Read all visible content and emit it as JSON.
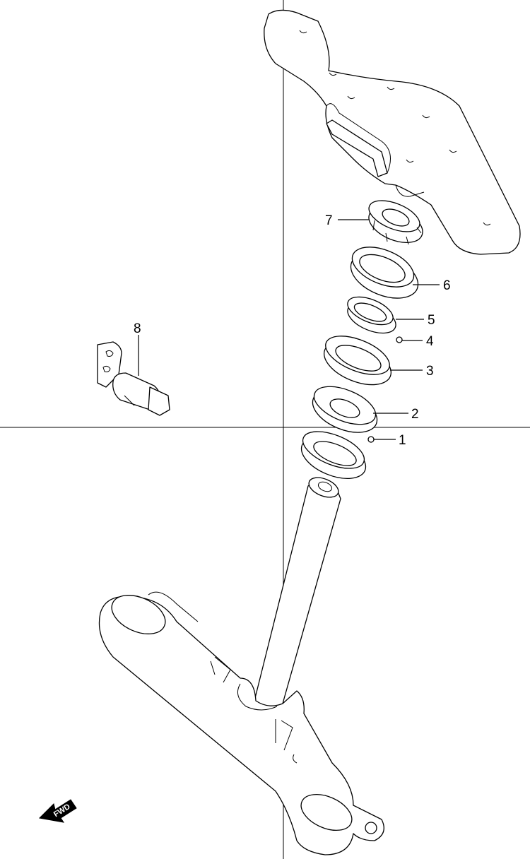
{
  "callouts": {
    "c1": "1",
    "c2": "2",
    "c3": "3",
    "c4": "4",
    "c5": "5",
    "c6": "6",
    "c7": "7",
    "c8": "8"
  },
  "fwd_label": "FWD"
}
